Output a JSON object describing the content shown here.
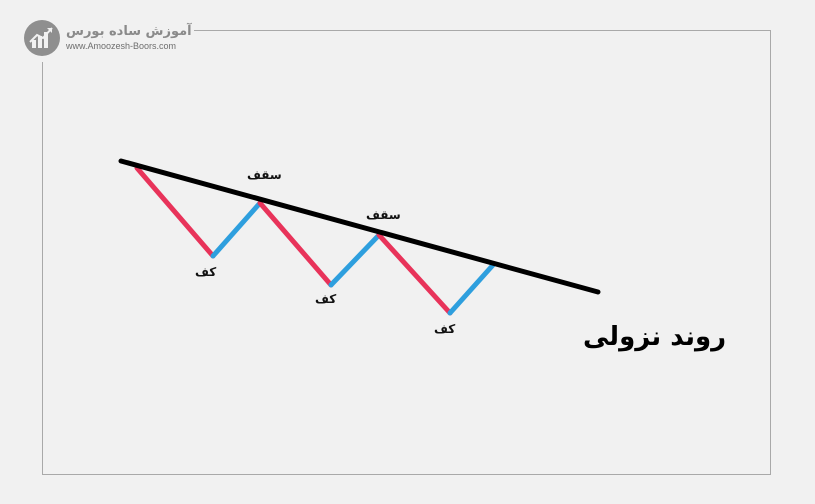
{
  "brand": {
    "name_fa": "آموزش ساده بورس",
    "url": "www.Amoozesh-Boors.com"
  },
  "diagram": {
    "title": "روند نزولی",
    "label_roof": "سقف",
    "label_floor": "کف",
    "colors": {
      "down_leg": "#e8335a",
      "up_leg": "#2e9fde",
      "trend_line": "#000000",
      "frame": "#a9a9a9"
    }
  }
}
